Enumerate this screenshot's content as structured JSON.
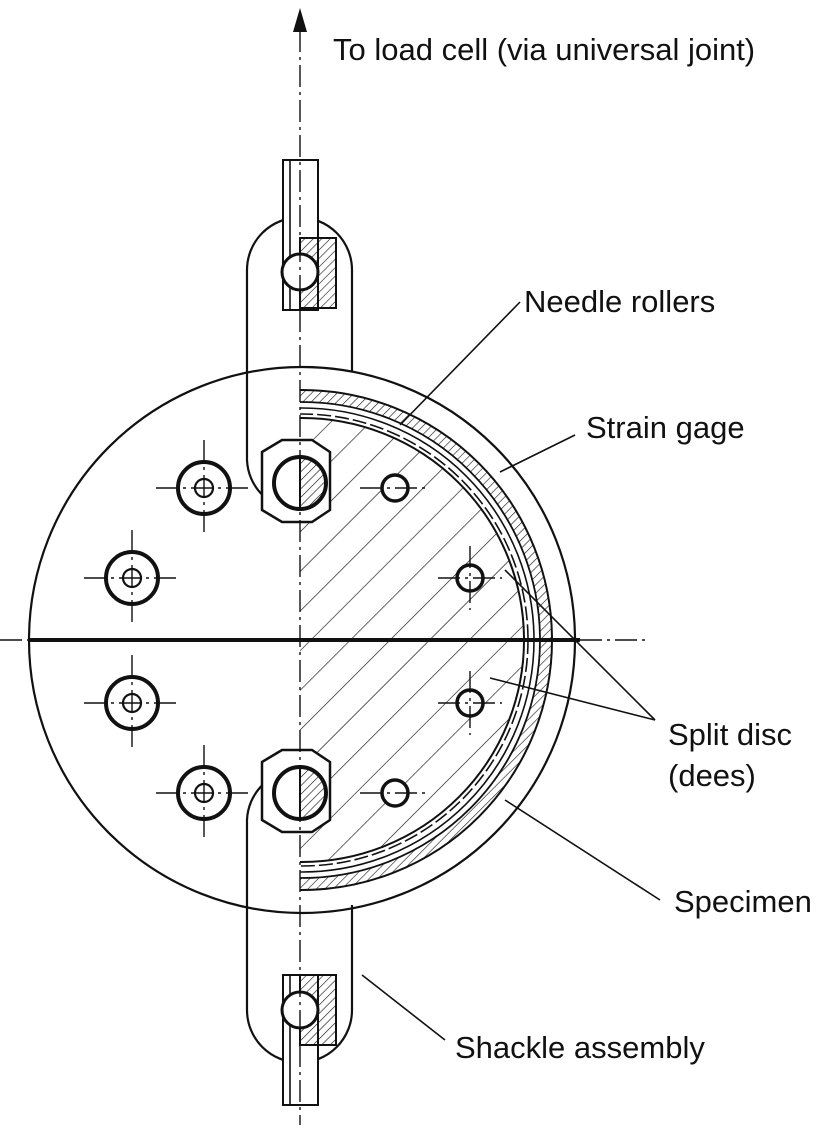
{
  "diagram": {
    "labels": {
      "load_cell": "To load cell (via universal joint)",
      "needle_rollers": "Needle rollers",
      "strain_gage": "Strain gage",
      "split_disc_line1": "Split disc",
      "split_disc_line2": "(dees)",
      "specimen": "Specimen",
      "shackle": "Shackle assembly"
    },
    "colors": {
      "ink": "#111111",
      "paper": "#ffffff"
    }
  }
}
